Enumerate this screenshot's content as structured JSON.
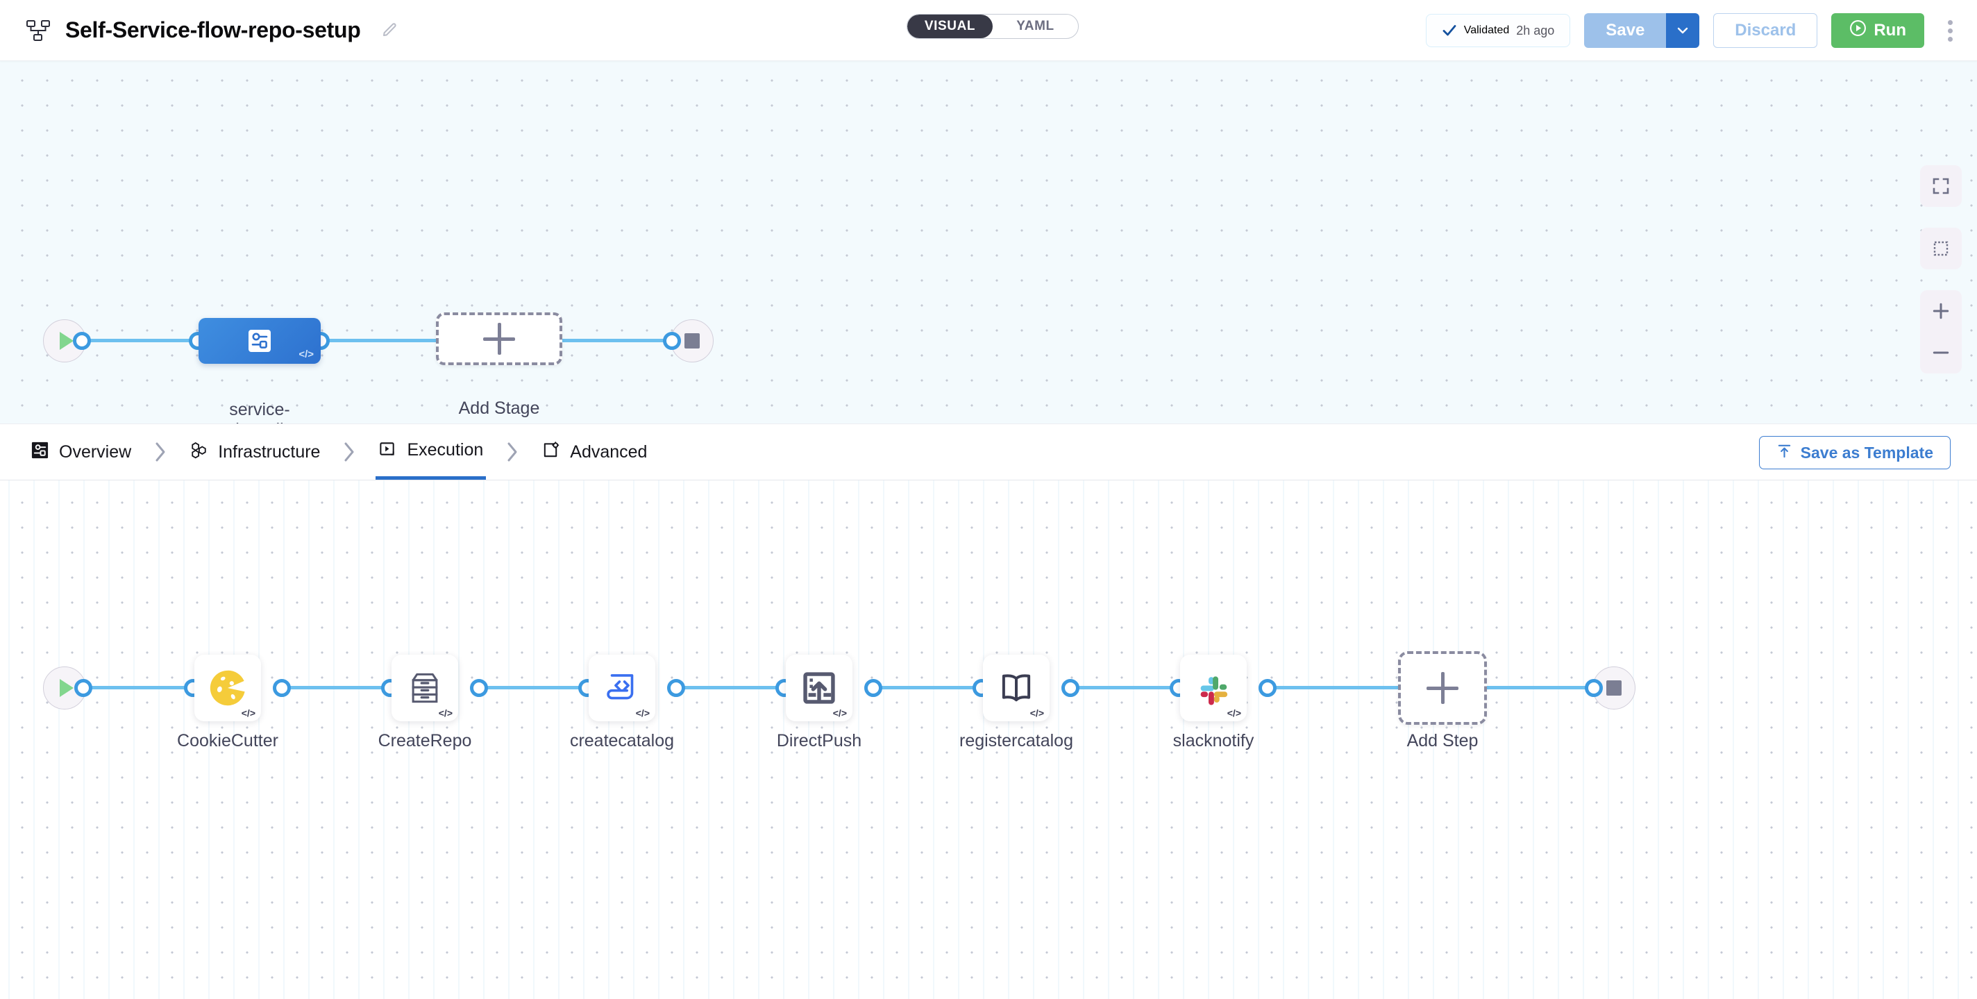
{
  "header": {
    "pipeline_icon": "pipeline-hierarchy-icon",
    "title": "Self-Service-flow-repo-setup",
    "edit_icon": "pencil-edit-icon",
    "view_toggle": {
      "visual_label": "VISUAL",
      "yaml_label": "YAML",
      "selected": "VISUAL"
    },
    "validated": {
      "icon": "check-icon",
      "label": "Validated",
      "time": "2h ago"
    },
    "save_label": "Save",
    "save_caret_icon": "chevron-down-icon",
    "discard_label": "Discard",
    "run_label": "Run",
    "run_icon": "play-circle-icon",
    "more_icon": "kebab-menu-icon"
  },
  "stage_canvas": {
    "start_icon": "play-icon",
    "end_icon": "stop-icon",
    "stage": {
      "label": "service-\nonboarding",
      "icon": "deployment-stage-icon",
      "code_badge": "</>",
      "color": "#2d71cf"
    },
    "add_stage": {
      "label": "Add Stage",
      "icon": "plus-icon"
    }
  },
  "tabbar": {
    "tabs": [
      {
        "label": "Overview",
        "icon": "overview-icon",
        "active": false
      },
      {
        "label": "Infrastructure",
        "icon": "infrastructure-hex-icon",
        "active": false
      },
      {
        "label": "Execution",
        "icon": "execution-play-icon",
        "active": true
      },
      {
        "label": "Advanced",
        "icon": "advanced-gear-icon",
        "active": false
      }
    ],
    "separator_icon": "chevron-right-icon",
    "save_as_template": {
      "label": "Save as Template",
      "icon": "template-upload-icon"
    }
  },
  "steps_canvas": {
    "start_icon": "play-icon",
    "end_icon": "stop-icon",
    "code_badge": "</>",
    "steps": [
      {
        "label": "CookieCutter",
        "icon": "cookie-icon",
        "color": "#f5cc3a"
      },
      {
        "label": "CreateRepo",
        "icon": "archive-drawers-icon",
        "color": "#575a70"
      },
      {
        "label": "createcatalog",
        "icon": "code-laptop-icon",
        "color": "#3a6ff0"
      },
      {
        "label": "DirectPush",
        "icon": "upload-push-icon",
        "color": "#575a70"
      },
      {
        "label": "registercatalog",
        "icon": "open-book-icon",
        "color": "#3b3d52"
      },
      {
        "label": "slacknotify",
        "icon": "slack-icon",
        "color": "#multicolor"
      }
    ],
    "add_step": {
      "label": "Add Step",
      "icon": "plus-icon"
    }
  },
  "canvas_controls": {
    "fit_screen_icon": "fit-screen-icon",
    "selection_icon": "selection-box-icon",
    "zoom_in_icon": "zoom-in-icon",
    "zoom_out_icon": "zoom-out-icon"
  },
  "colors": {
    "accent_blue": "#2a6fc9",
    "edge_blue": "#6dc0ef",
    "run_green": "#5cbd66",
    "canvas_top_bg": "#f3fafd",
    "canvas_bottom_bg": "#ffffff"
  }
}
